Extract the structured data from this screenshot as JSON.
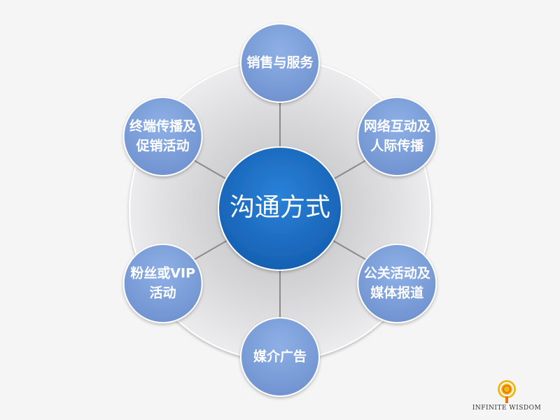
{
  "diagram": {
    "center": {
      "label": "沟通方式"
    },
    "nodes": [
      {
        "id": "top",
        "lines": [
          "销售与服务"
        ]
      },
      {
        "id": "top-right",
        "lines": [
          "网络互动及",
          "人际传播"
        ]
      },
      {
        "id": "bottom-right",
        "lines": [
          "公关活动及",
          "媒体报道"
        ]
      },
      {
        "id": "bottom",
        "lines": [
          "媒介广告"
        ]
      },
      {
        "id": "bottom-left",
        "lines": [
          "粉丝或VIP",
          "活动"
        ]
      },
      {
        "id": "top-left",
        "lines": [
          "终端传播及",
          "促销活动"
        ]
      }
    ]
  },
  "colors": {
    "center_fill": "#1f6fc4",
    "node_fill": "#7e9fda",
    "node_stroke": "#5d7ec0",
    "ring_outer": "#e6e6e8",
    "ring_inner": "#c9c9cc",
    "spoke": "#8a8a8a"
  },
  "logo": {
    "text": "INFINITE WISDOM",
    "icon": "spiral-logo-icon"
  }
}
